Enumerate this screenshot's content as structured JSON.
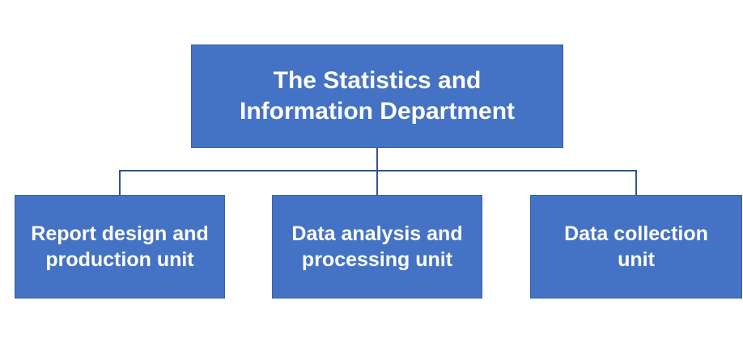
{
  "diagram": {
    "root": {
      "label": "The Statistics and\nInformation Department"
    },
    "children": [
      {
        "label": "Report design and\nproduction unit"
      },
      {
        "label": "Data analysis and\nprocessing unit"
      },
      {
        "label": "Data collection\nunit"
      }
    ],
    "colors": {
      "box_fill": "#4472C4",
      "connector": "#2F5597",
      "text": "#FFFFFF"
    }
  }
}
